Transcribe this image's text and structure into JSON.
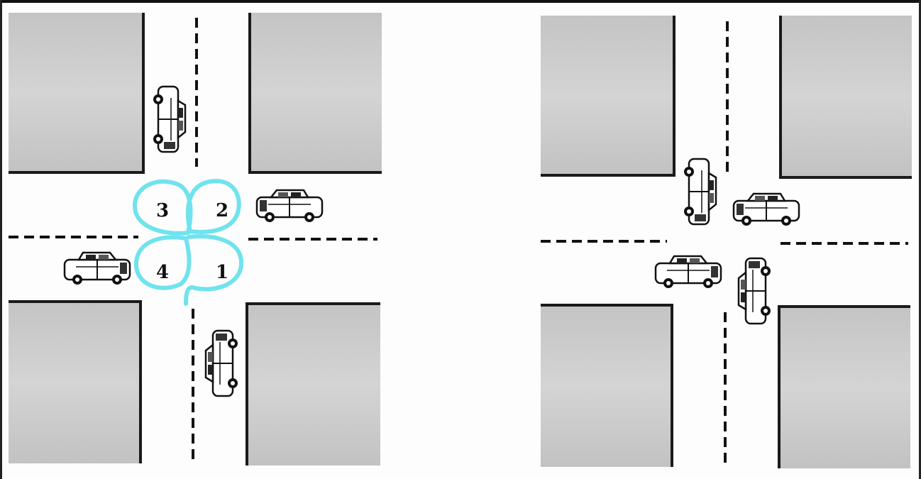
{
  "panels": [
    {
      "id": "left-intersection",
      "quadrant_labels": [
        "1",
        "2",
        "3",
        "4"
      ],
      "cars": [
        {
          "id": "north-car",
          "heading": "down"
        },
        {
          "id": "east-car",
          "heading": "left"
        },
        {
          "id": "west-car",
          "heading": "right"
        },
        {
          "id": "south-car",
          "heading": "up"
        }
      ]
    },
    {
      "id": "right-intersection",
      "cars": [
        {
          "id": "car-a",
          "heading": "down"
        },
        {
          "id": "car-b",
          "heading": "left"
        },
        {
          "id": "car-c",
          "heading": "right"
        },
        {
          "id": "car-d",
          "heading": "up"
        }
      ]
    }
  ],
  "colors": {
    "block_fill": "#c8c8c8",
    "block_edge": "#1a1a1a",
    "road": "#ffffff",
    "annotation": "#6fe3ee",
    "car_outline": "#111111"
  }
}
